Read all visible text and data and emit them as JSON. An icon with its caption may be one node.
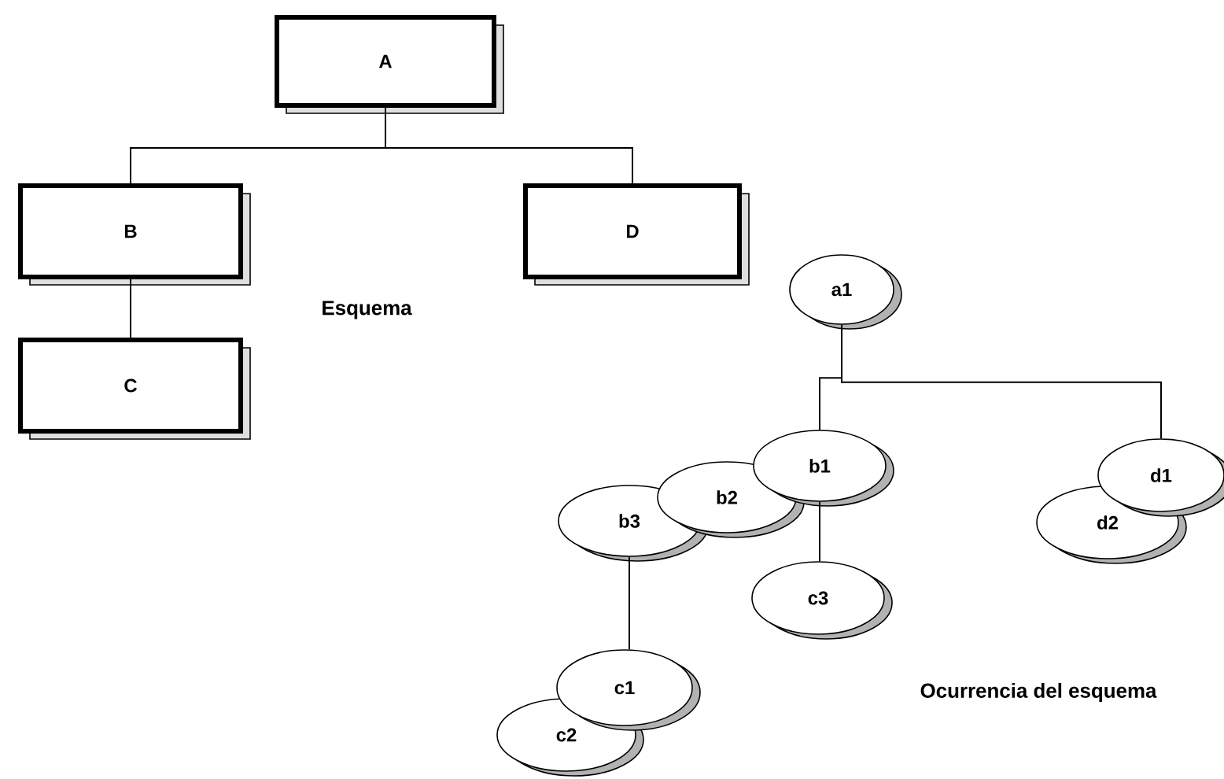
{
  "diagram": {
    "nodes": [
      {
        "text": [
          "A"
        ]
      },
      {
        "text": [
          "B"
        ]
      },
      {
        "text": [
          "D"
        ]
      },
      {
        "text": [
          "C"
        ]
      },
      {
        "text": [
          "a1"
        ]
      },
      {
        "text": [
          "b3"
        ]
      },
      {
        "text": [
          "b2"
        ]
      },
      {
        "text": [
          "b1"
        ]
      },
      {
        "text": [
          "d1"
        ]
      },
      {
        "text": [
          "d2"
        ]
      },
      {
        "text": [
          "c3"
        ]
      },
      {
        "text": [
          "c1"
        ]
      },
      {
        "text": [
          "c2"
        ]
      }
    ],
    "edges": [
      {
        "from": 0,
        "to": 1,
        "arrow": "none"
      },
      {
        "from": 0,
        "to": 2,
        "arrow": "none"
      },
      {
        "from": 1,
        "to": 3,
        "arrow": "none"
      },
      {
        "from": 4,
        "to": 7,
        "arrow": "none"
      },
      {
        "from": 4,
        "to": 8,
        "arrow": "none"
      },
      {
        "from": 7,
        "to": 10,
        "arrow": "none"
      },
      {
        "from": 5,
        "to": 11,
        "arrow": "none"
      }
    ],
    "labels": [
      "Esquema",
      "Ocurrencia del esquema"
    ]
  }
}
